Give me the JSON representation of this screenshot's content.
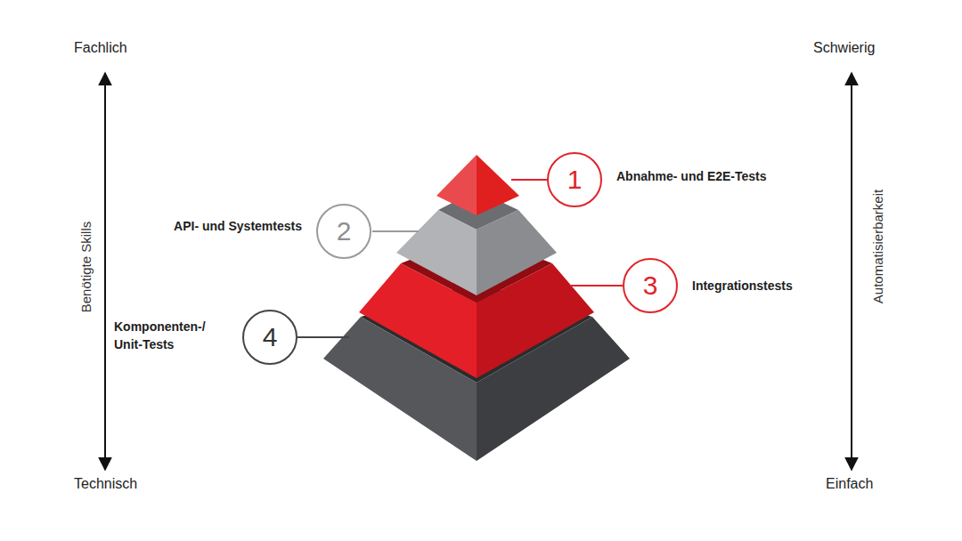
{
  "diagram": {
    "nodes": [
      {
        "text": [
          "1",
          "Abnahme- und E2E-Tests"
        ]
      },
      {
        "text": [
          "2",
          "API- und Systemtests"
        ]
      },
      {
        "text": [
          "3",
          "Integrationstests"
        ]
      },
      {
        "text": [
          "4",
          "Komponenten-/ Unit-Tests"
        ]
      }
    ],
    "labels": [
      "Fachlich",
      "Technisch",
      "Benötigte Skills",
      "Schwierig",
      "Einfach",
      "Automatisierbarkeit"
    ]
  }
}
